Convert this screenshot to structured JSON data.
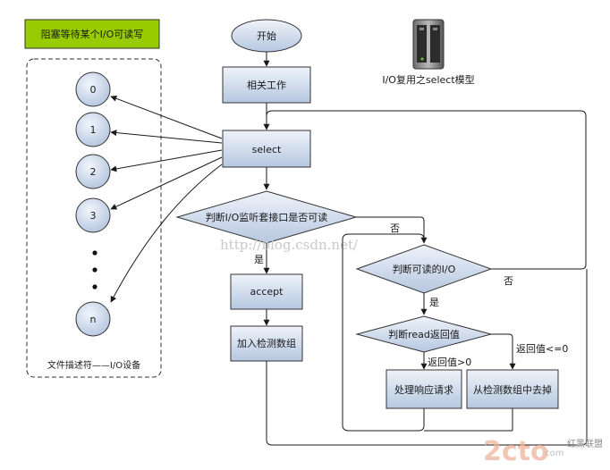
{
  "legend_box": "阻塞等待某个I/O可读写",
  "start": "开始",
  "prep": "相关工作",
  "select": "select",
  "decision_readable_listen": "判断I/O监听套接口是否可读",
  "yes": "是",
  "no": "否",
  "accept": "accept",
  "add_to_set": "加入检测数组",
  "decision_readable_io": "判断可读的I/O",
  "decision_read_ret": "判断read返回值",
  "ret_gt0": "返回值>0",
  "ret_le0": "返回值<=0",
  "handle": "处理响应请求",
  "remove": "从检测数组中去掉",
  "model_title": "I/O复用之select模型",
  "fd_caption": "文件描述符——I/O设备",
  "fds": [
    "0",
    "1",
    "2",
    "3",
    "n"
  ],
  "watermark_url": "http://blog.csdn.net/",
  "logo_main": "2cto",
  "logo_suffix": ".com",
  "logo_cn": "红黑联盟",
  "colors": {
    "green": "#99cc00",
    "node_light": "#dde6f3",
    "node_dark": "#b9c9e1",
    "stroke": "#2a2a2a"
  }
}
